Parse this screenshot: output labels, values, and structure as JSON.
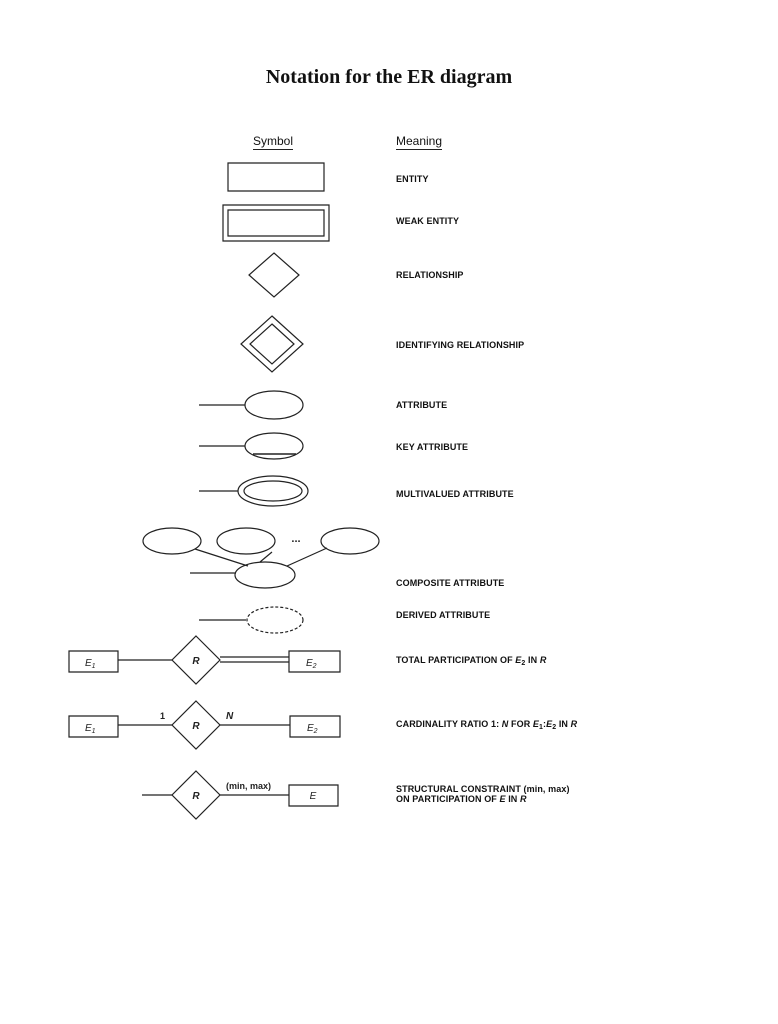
{
  "title": "Notation for the ER diagram",
  "headers": {
    "symbol": "Symbol",
    "meaning": "Meaning"
  },
  "meanings": {
    "entity": "ENTITY",
    "weak_entity": "WEAK ENTITY",
    "relationship": "RELATIONSHIP",
    "identifying_relationship": "IDENTIFYING RELATIONSHIP",
    "attribute": "ATTRIBUTE",
    "key_attribute": "KEY ATTRIBUTE",
    "multivalued_attribute": "MULTIVALUED ATTRIBUTE",
    "composite_attribute": "COMPOSITE ATTRIBUTE",
    "derived_attribute": "DERIVED ATTRIBUTE",
    "total_participation": {
      "prefix": "TOTAL PARTICIPATION OF ",
      "entity": "E",
      "sub": "2",
      "mid": " IN ",
      "rel": "R"
    },
    "cardinality": {
      "prefix": "CARDINALITY RATIO 1: ",
      "n": "N",
      "mid": " FOR ",
      "e1": "E",
      "s1": "1",
      "colon": ":",
      "e2": "E",
      "s2": "2",
      "in": " IN ",
      "rel": "R"
    },
    "structural": {
      "line1": "STRUCTURAL CONSTRAINT (min, max)",
      "prefix2": "ON PARTICIPATION OF ",
      "entity": "E",
      "mid2": " IN ",
      "rel": "R"
    }
  },
  "symbol_labels": {
    "ellipsis": "...",
    "e1": "E",
    "e1_sub": "1",
    "e2": "E",
    "e2_sub": "2",
    "r": "R",
    "e": "E",
    "one": "1",
    "n": "N",
    "min_max": "(min, max)"
  }
}
